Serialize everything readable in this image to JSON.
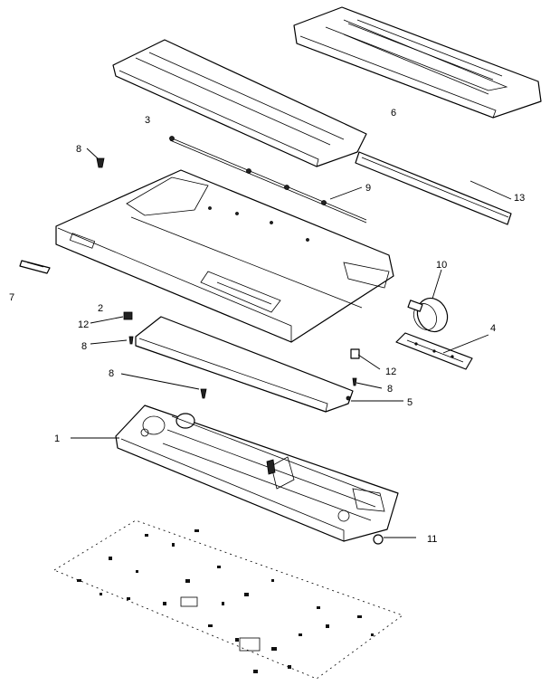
{
  "callouts": {
    "c1": "1",
    "c2": "2",
    "c3": "3",
    "c4": "4",
    "c5": "5",
    "c6": "6",
    "c7": "7",
    "c8a": "8",
    "c8b": "8",
    "c8c": "8",
    "c8d": "8",
    "c9": "9",
    "c10": "10",
    "c11": "11",
    "c12a": "12",
    "c12b": "12",
    "c13": "13"
  }
}
